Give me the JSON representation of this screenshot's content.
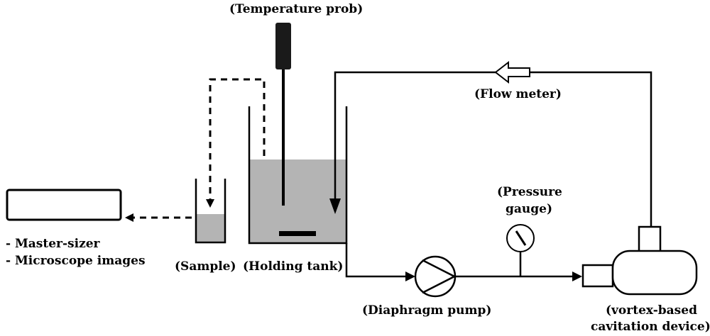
{
  "labels": {
    "temperature_probe": "(Temperature prob)",
    "flow_meter": "(Flow meter)",
    "pressure_gauge_line1": "(Pressure",
    "pressure_gauge_line2": "gauge)",
    "sample": "(Sample)",
    "holding_tank": "(Holding tank)",
    "diaphragm_pump": "(Diaphragm pump)",
    "cavitation_line1": "(vortex-based",
    "cavitation_line2": "cavitation device)",
    "analysis_item1": "- Master-sizer",
    "analysis_item2": "- Microscope images"
  },
  "colors": {
    "liquid": "#b4b4b4",
    "probe": "#1a1a1a",
    "line": "#000000"
  }
}
